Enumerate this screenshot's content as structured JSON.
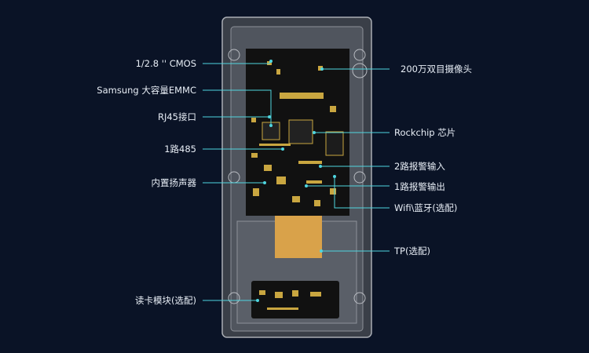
{
  "labels_left": [
    {
      "text": "1/2.8 '' CMOS"
    },
    {
      "text": "Samsung 大容量EMMC"
    },
    {
      "text": "RJ45接口"
    },
    {
      "text": "1路485"
    },
    {
      "text": "内置扬声器"
    },
    {
      "text": "读卡模块(选配)"
    }
  ],
  "labels_right": [
    {
      "text": "200万双目摄像头"
    },
    {
      "text": "Rockchip 芯片"
    },
    {
      "text": "2路报警输入"
    },
    {
      "text": "1路报警输出"
    },
    {
      "text": "Wifi\\蓝牙(选配)"
    },
    {
      "text": "TP(选配)"
    }
  ],
  "colors": {
    "background": "#0a1326",
    "leader": "#4fd6e0",
    "board": "#111111",
    "frame": "#a9adb4",
    "flex": "#d9a24a"
  }
}
